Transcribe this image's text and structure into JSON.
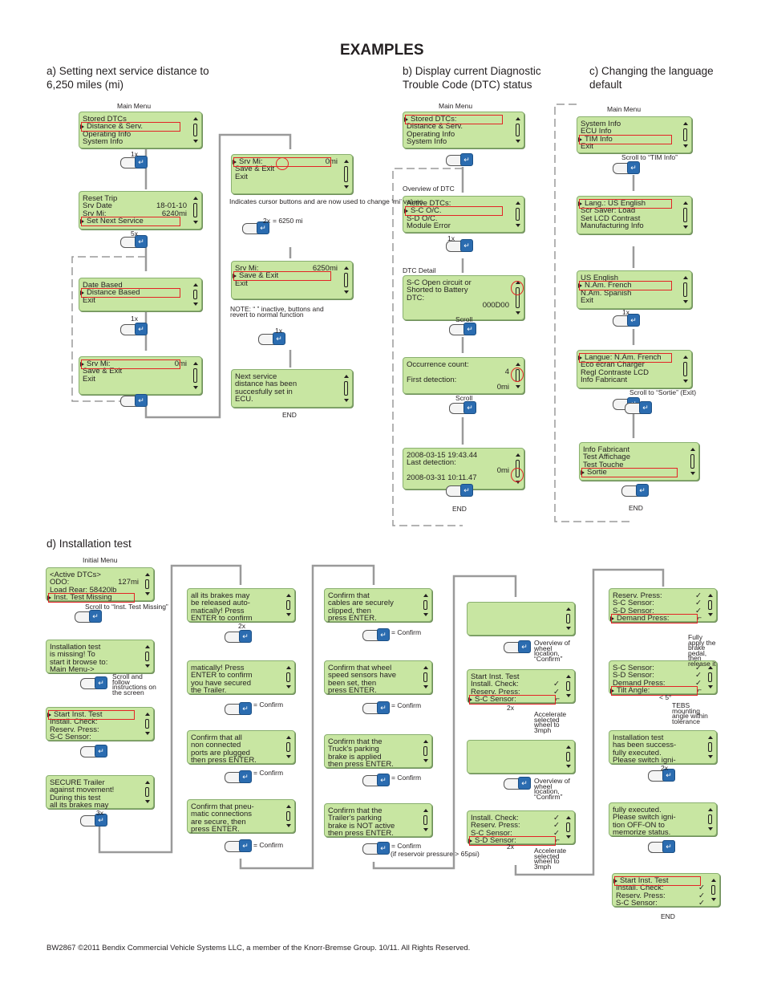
{
  "title": "EXAMPLES",
  "sections": {
    "a": "a) Setting next service distance to 6,250 miles (mi)",
    "b": "b) Display current Diagnostic Trouble Code (DTC) status",
    "c": "c) Changing the language default",
    "d": "d) Installation test"
  },
  "labels": {
    "main_menu": "Main Menu",
    "initial_menu": "Initial Menu",
    "overview_dtc": "Overview of DTC",
    "dtc_detail": "DTC Detail",
    "scroll": "Scroll",
    "end": "END",
    "x1": "1x",
    "x2": "2x",
    "x3": "3x",
    "x5": "5x",
    "plus": "+",
    "confirm": "= Confirm",
    "confirm_reservoir": "(if reservoir pressure > 65psi)",
    "scroll_tim": "Scroll to “TIM Info”",
    "scroll_sortie": "Scroll to “Sortie” (Exit)",
    "scroll_inst": "Scroll to “Inst. Test Missing”",
    "scroll_follow": "Scroll and follow instructions on the screen",
    "cursor_note": "Indicates cursor buttons and are now used to change ‘mi’ values",
    "cursor_note_star": "*",
    "x2_6250": "= 6250 mi",
    "note_inactive": "NOTE: “ ” inactive, buttons and revert to normal function",
    "wheel_overview": "Overview of wheel location, “Confirm”",
    "accelerate": "Accelerate selected wheel to 3mph",
    "brake_apply": "Fully apply the brake pedal, then release it",
    "tilt_angle": "TEBS mounting angle within tolerance",
    "tilt_deg": "< 5°"
  },
  "screens_a": [
    {
      "lines": [
        "Stored DTCs",
        "Distance & Serv.",
        "Operating Info",
        "System Info"
      ],
      "sel": 1
    },
    {
      "lines": [
        "Reset Trip",
        "Srv Date|18-01-10",
        "Srv Mi:|6240mi",
        "Set Next Service"
      ],
      "sel": 3
    },
    {
      "lines": [
        "Date Based",
        "Distance Based",
        "Exit"
      ],
      "sel": 1
    },
    {
      "lines": [
        "Srv Mi:|0mi",
        "Save & Exit",
        "Exit"
      ],
      "sel": 0
    },
    {
      "lines": [
        "Srv Mi:|0mi",
        "Save & Exit",
        "Exit"
      ],
      "sel": 0
    },
    {
      "lines": [
        "Srv Mi:|6250mi",
        "Save & Exit",
        "Exit"
      ],
      "sel": 1
    },
    {
      "lines": [
        "Next service",
        "distance has been",
        "succesfully set in",
        "ECU."
      ],
      "sel": -1
    }
  ],
  "screens_b": [
    {
      "lines": [
        "Stored DTCs:",
        "Distance & Serv.",
        "Operating Info",
        "System Info"
      ],
      "sel": 0
    },
    {
      "lines": [
        "Active DTCs:",
        "S-C O/C.",
        "S-D O/C.",
        "Module Error"
      ],
      "sel": 1
    },
    {
      "lines": [
        "S-C Open circuit or",
        "Shorted to Battery",
        "DTC:",
        "|000D00"
      ],
      "sel": -1
    },
    {
      "lines": [
        "Occurrence count:",
        "|4",
        "First detection:",
        "|0mi"
      ],
      "sel": -1
    },
    {
      "lines": [
        "2008-03-15 19:43.44",
        "Last detection:",
        "|0mi",
        "2008-03-31 10:11.47"
      ],
      "sel": -1
    }
  ],
  "screens_c": [
    {
      "lines": [
        "System Info",
        "ECU Info",
        "TIM Info",
        "Exit"
      ],
      "sel": 2
    },
    {
      "lines": [
        "Lang.: US English",
        "Scr Saver: Load",
        "Set LCD Contrast",
        "Manufacturing Info"
      ],
      "sel": 0
    },
    {
      "lines": [
        "US English",
        "N.Am. French",
        "N.Am. Spanish",
        "Exit"
      ],
      "sel": 1
    },
    {
      "lines": [
        "Langue: N.Am. French",
        "Eco ecran Charger",
        "Regl Contraste LCD",
        "Info Fabricant"
      ],
      "sel": 0
    },
    {
      "lines": [
        "Info Fabricant",
        "Test Affichage",
        "Test Touche",
        "Sortie"
      ],
      "sel": 3
    }
  ],
  "screens_d1": [
    {
      "lines": [
        "<Active DTCs>",
        "ODO:|127mi",
        "Load Rear: 58420lb",
        "Inst. Test Missing"
      ],
      "sel": 3
    },
    {
      "lines": [
        "Installation test",
        "is missing! To",
        "start it browse to:",
        "Main Menu->"
      ],
      "sel": -1
    },
    {
      "lines": [
        "Start Inst. Test",
        "Install. Check:",
        "Reserv. Press:",
        "S-C Sensor:"
      ],
      "sel": 0
    },
    {
      "lines": [
        "SECURE Trailer",
        "against movement!",
        "During this test",
        "all its brakes may"
      ],
      "sel": -1
    }
  ],
  "screens_d2": [
    {
      "lines": [
        "all its brakes may",
        "be released auto-",
        "matically! Press",
        "ENTER to confirm"
      ],
      "sel": -1
    },
    {
      "lines": [
        "matically! Press",
        "ENTER to confirm",
        "you have secured",
        "the Trailer."
      ],
      "sel": -1
    },
    {
      "lines": [
        "Confirm that all",
        "non connected",
        "ports are plugged",
        "then press ENTER."
      ],
      "sel": -1
    },
    {
      "lines": [
        "Confirm that pneu-",
        "matic connections",
        "are secure, then",
        "press ENTER."
      ],
      "sel": -1
    }
  ],
  "screens_d3": [
    {
      "lines": [
        "Confirm that",
        "cables are securely",
        "clipped, then",
        "press ENTER."
      ],
      "sel": -1
    },
    {
      "lines": [
        "Confirm that wheel",
        "speed sensors have",
        "been set, then",
        "press ENTER."
      ],
      "sel": -1
    },
    {
      "lines": [
        "Confirm that the",
        "Truck's parking",
        "brake is applied",
        "then press ENTER."
      ],
      "sel": -1
    },
    {
      "lines": [
        "Confirm that the",
        "Trailer's parking",
        "brake is NOT active",
        "then press ENTER."
      ],
      "sel": -1
    }
  ],
  "screens_d4": [
    {
      "lines": [
        "",
        "",
        "",
        ""
      ],
      "sel": -1
    },
    {
      "lines": [
        "Start Inst. Test",
        "Install. Check:|✓",
        "Reserv. Press:|✓",
        "S-C Sensor:|⌐"
      ],
      "sel": 3
    },
    {
      "lines": [
        "",
        "",
        "",
        ""
      ],
      "sel": -1
    },
    {
      "lines": [
        "Install. Check:|✓",
        "Reserv. Press:|✓",
        "S-C Sensor:|✓",
        "S-D Sensor:|⌐"
      ],
      "sel": 3
    }
  ],
  "screens_d5": [
    {
      "lines": [
        "Reserv. Press:|✓",
        "S-C Sensor:|✓",
        "S-D Sensor:|✓",
        "Demand Press:|⌐"
      ],
      "sel": 3
    },
    {
      "lines": [
        "S-C Sensor:|✓",
        "S-D Sensor:|✓",
        "Demand Press:|✓",
        "Tilt Angle:|⌐"
      ],
      "sel": 3
    },
    {
      "lines": [
        "Installation test",
        "has been success-",
        "fully executed.",
        "Please switch igni-"
      ],
      "sel": -1
    },
    {
      "lines": [
        "fully executed.",
        "Please switch igni-",
        "tion OFF-ON to",
        "memorize status."
      ],
      "sel": -1
    },
    {
      "lines": [
        "Start Inst. Test",
        "Install. Check:|✓",
        "Reserv. Press:|✓",
        "S-C Sensor:|✓"
      ],
      "sel": 0
    }
  ],
  "footer": "BW2867 ©2011 Bendix Commercial Vehicle Systems LLC, a member of the Knorr-Bremse Group.  10/11.  All Rights Reserved."
}
